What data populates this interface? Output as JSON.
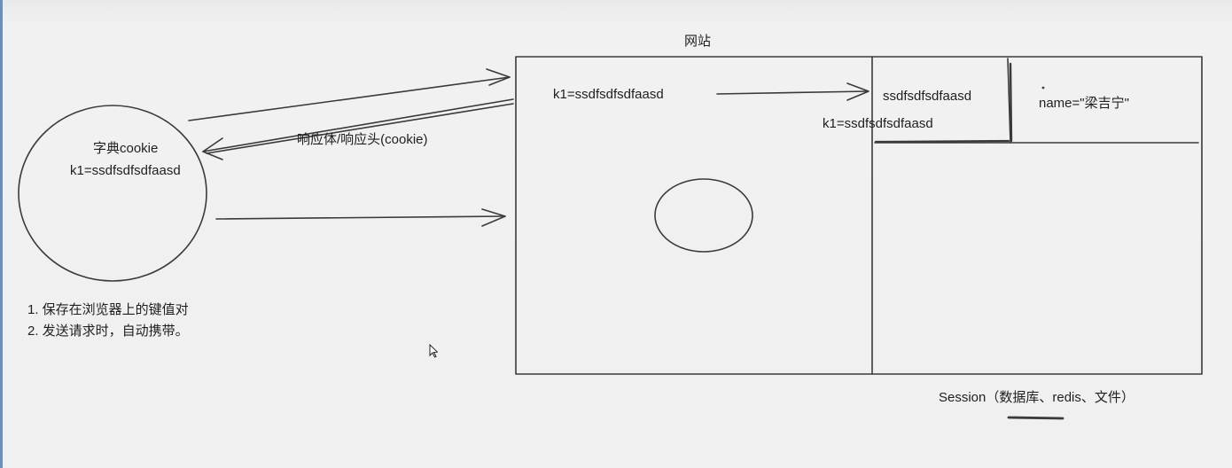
{
  "diagram": {
    "website_title": "网站",
    "browser_circle": {
      "title": "字典cookie",
      "entry": "k1=ssdfsdfsdfaasd"
    },
    "response_label": "响应体/响应头(cookie)",
    "website_cookie_value": "k1=ssdfsdfsdfaasd",
    "session_table": {
      "key_cell": "ssdfsdfsdfaasd",
      "value_cell": "name=\"梁吉宁\"",
      "overlap_text": "k1=ssdfsdfsdfaasd"
    },
    "notes": [
      "1. 保存在浏览器上的键值对",
      "2. 发送请求时，自动携带。"
    ],
    "session_caption": "Session（数据库、redis、文件）"
  },
  "colors": {
    "stroke": "#3a3a3a",
    "text": "#1f1f1f",
    "background": "#f0f0f0",
    "left_edge": "#6d8fb5"
  }
}
